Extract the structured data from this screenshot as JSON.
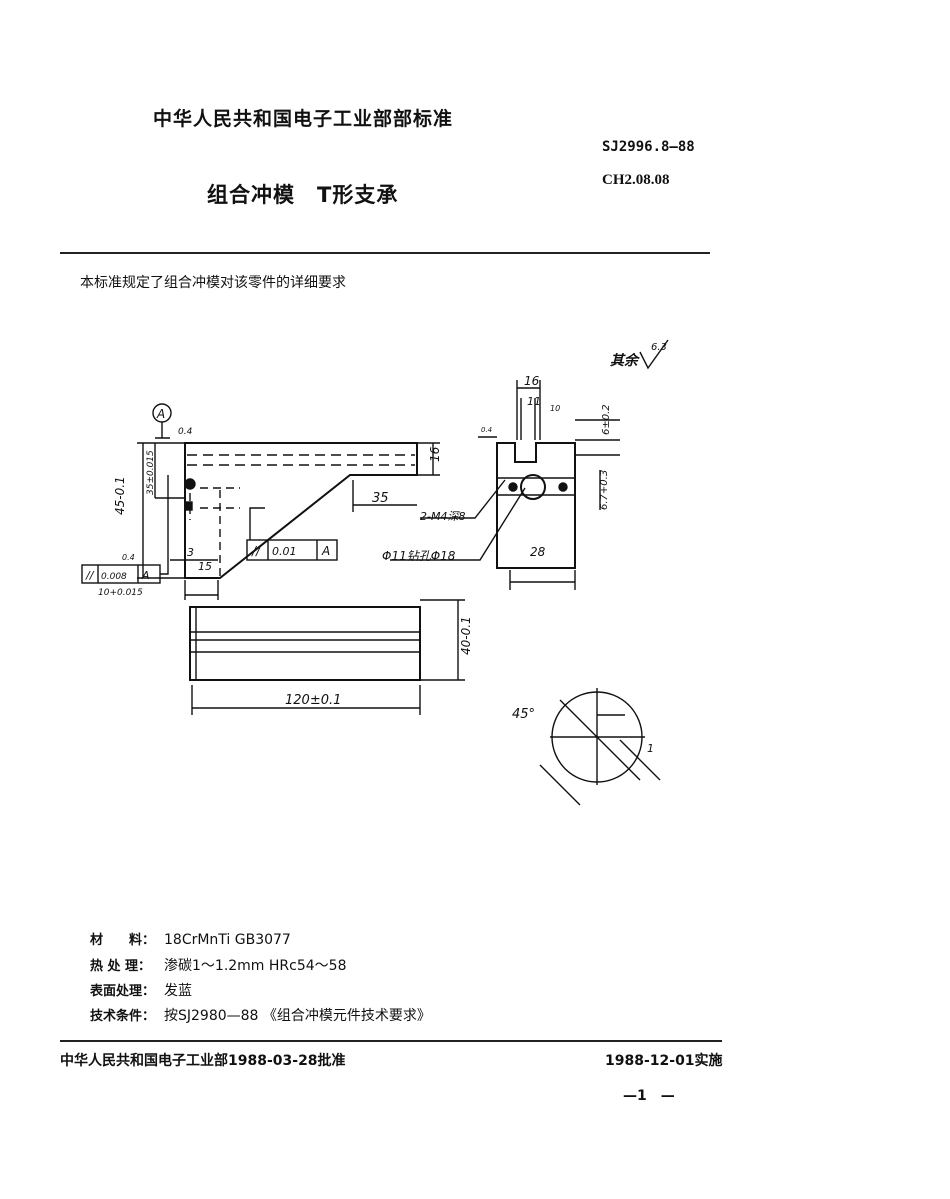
{
  "header": {
    "organization": "中华人民共和国电子工业部部标准",
    "standard_number": "SJ2996.8—88",
    "classification_code": "CH2.08.08",
    "title": "组合冲模　T形支承"
  },
  "intro": "本标准规定了组合冲模对该零件的详细要求",
  "drawing": {
    "roughness_note": "其余",
    "roughness_value": "6.3",
    "datum": "A",
    "front_view": {
      "dim_height": "45-0.1",
      "dim_slot": "35±0.015",
      "dim_top": "16",
      "dim_35": "35",
      "dim_3": "3",
      "dim_15": "15",
      "roughness_top": "0.4",
      "roughness_frame": "0.4",
      "tolerance_frame_1": [
        "//",
        "0.01",
        "A"
      ],
      "tolerance_frame_2": [
        "//",
        "0.008",
        "A"
      ],
      "dim_10": "10+0.015"
    },
    "side_view": {
      "dim_16": "16",
      "dim_11": "11",
      "dim_10": "10",
      "roughness": "0.4",
      "dim_6": "6±0.2",
      "dim_6_7": "6.7+0.3",
      "holes_note": "2-M4深8",
      "counterbore_note": "Φ11钻孔Φ18",
      "dim_28": "28"
    },
    "top_view": {
      "dim_length": "120±0.1",
      "dim_width": "40-0.1"
    },
    "detail": {
      "angle": "45°",
      "dim_1": "1"
    }
  },
  "specs": [
    {
      "label": "材　　料：",
      "value": "18CrMnTi GB3077"
    },
    {
      "label": "热 处 理：",
      "value": "渗碳1～1.2mm HRc54～58"
    },
    {
      "label": "表面处理：",
      "value": "发蓝"
    },
    {
      "label": "技术条件：",
      "value": "按SJ2980—88 《组合冲模元件技术要求》"
    }
  ],
  "footer": {
    "approval": "中华人民共和国电子工业部1988-03-28批准",
    "effective": "1988-12-01实施",
    "page_number": "—1　—"
  }
}
